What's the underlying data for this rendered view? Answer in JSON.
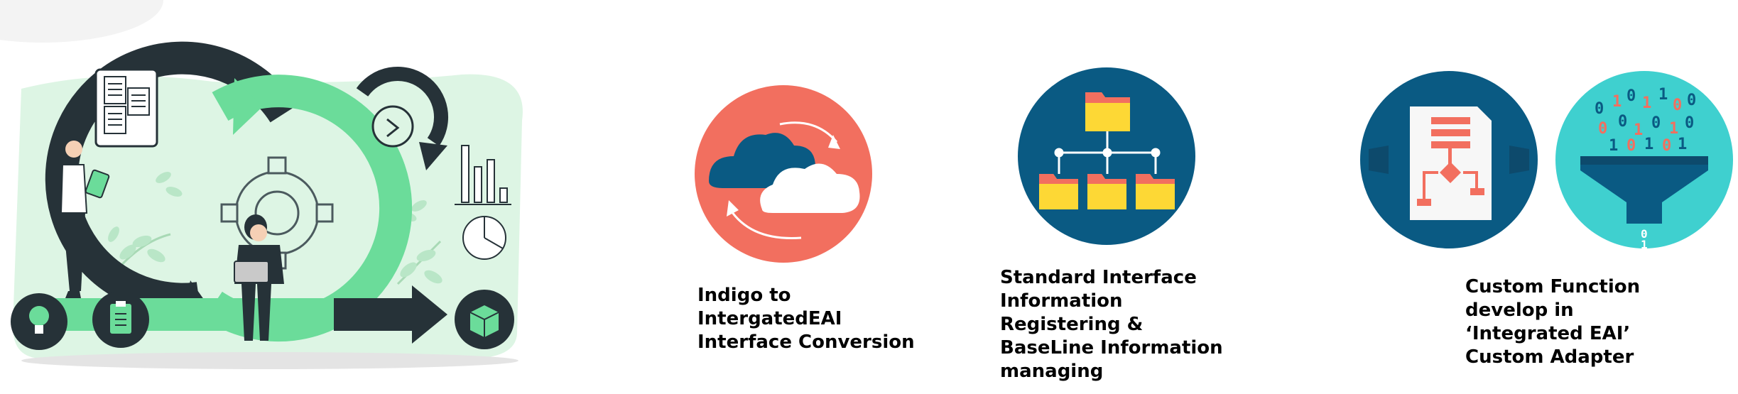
{
  "features": [
    {
      "id": "conversion",
      "icon": "cloud-sync-icon",
      "lines": [
        "Indigo to",
        "IntergatedEAI",
        "Interface Conversion"
      ],
      "circle_color": "#f26f5f"
    },
    {
      "id": "registering",
      "icon": "folder-hierarchy-icon",
      "lines": [
        "Standard Interface",
        "Information",
        "Registering &",
        "BaseLine Information",
        "managing"
      ],
      "circle_color": "#0a5a83"
    },
    {
      "id": "custom-adapter",
      "icon": "flowchart-document-icon",
      "icon_secondary": "data-funnel-icon",
      "lines": [
        "Custom Function",
        "develop in",
        "‘Integrated EAI’",
        "Custom Adapter"
      ],
      "circle_colors": [
        "#0a5a83",
        "#3fd0cf"
      ]
    }
  ],
  "colors": {
    "mint": "#ddf5e4",
    "green": "#6bdc9a",
    "dark": "#263238",
    "salmon": "#f26f5f",
    "yellow": "#fdd835"
  }
}
